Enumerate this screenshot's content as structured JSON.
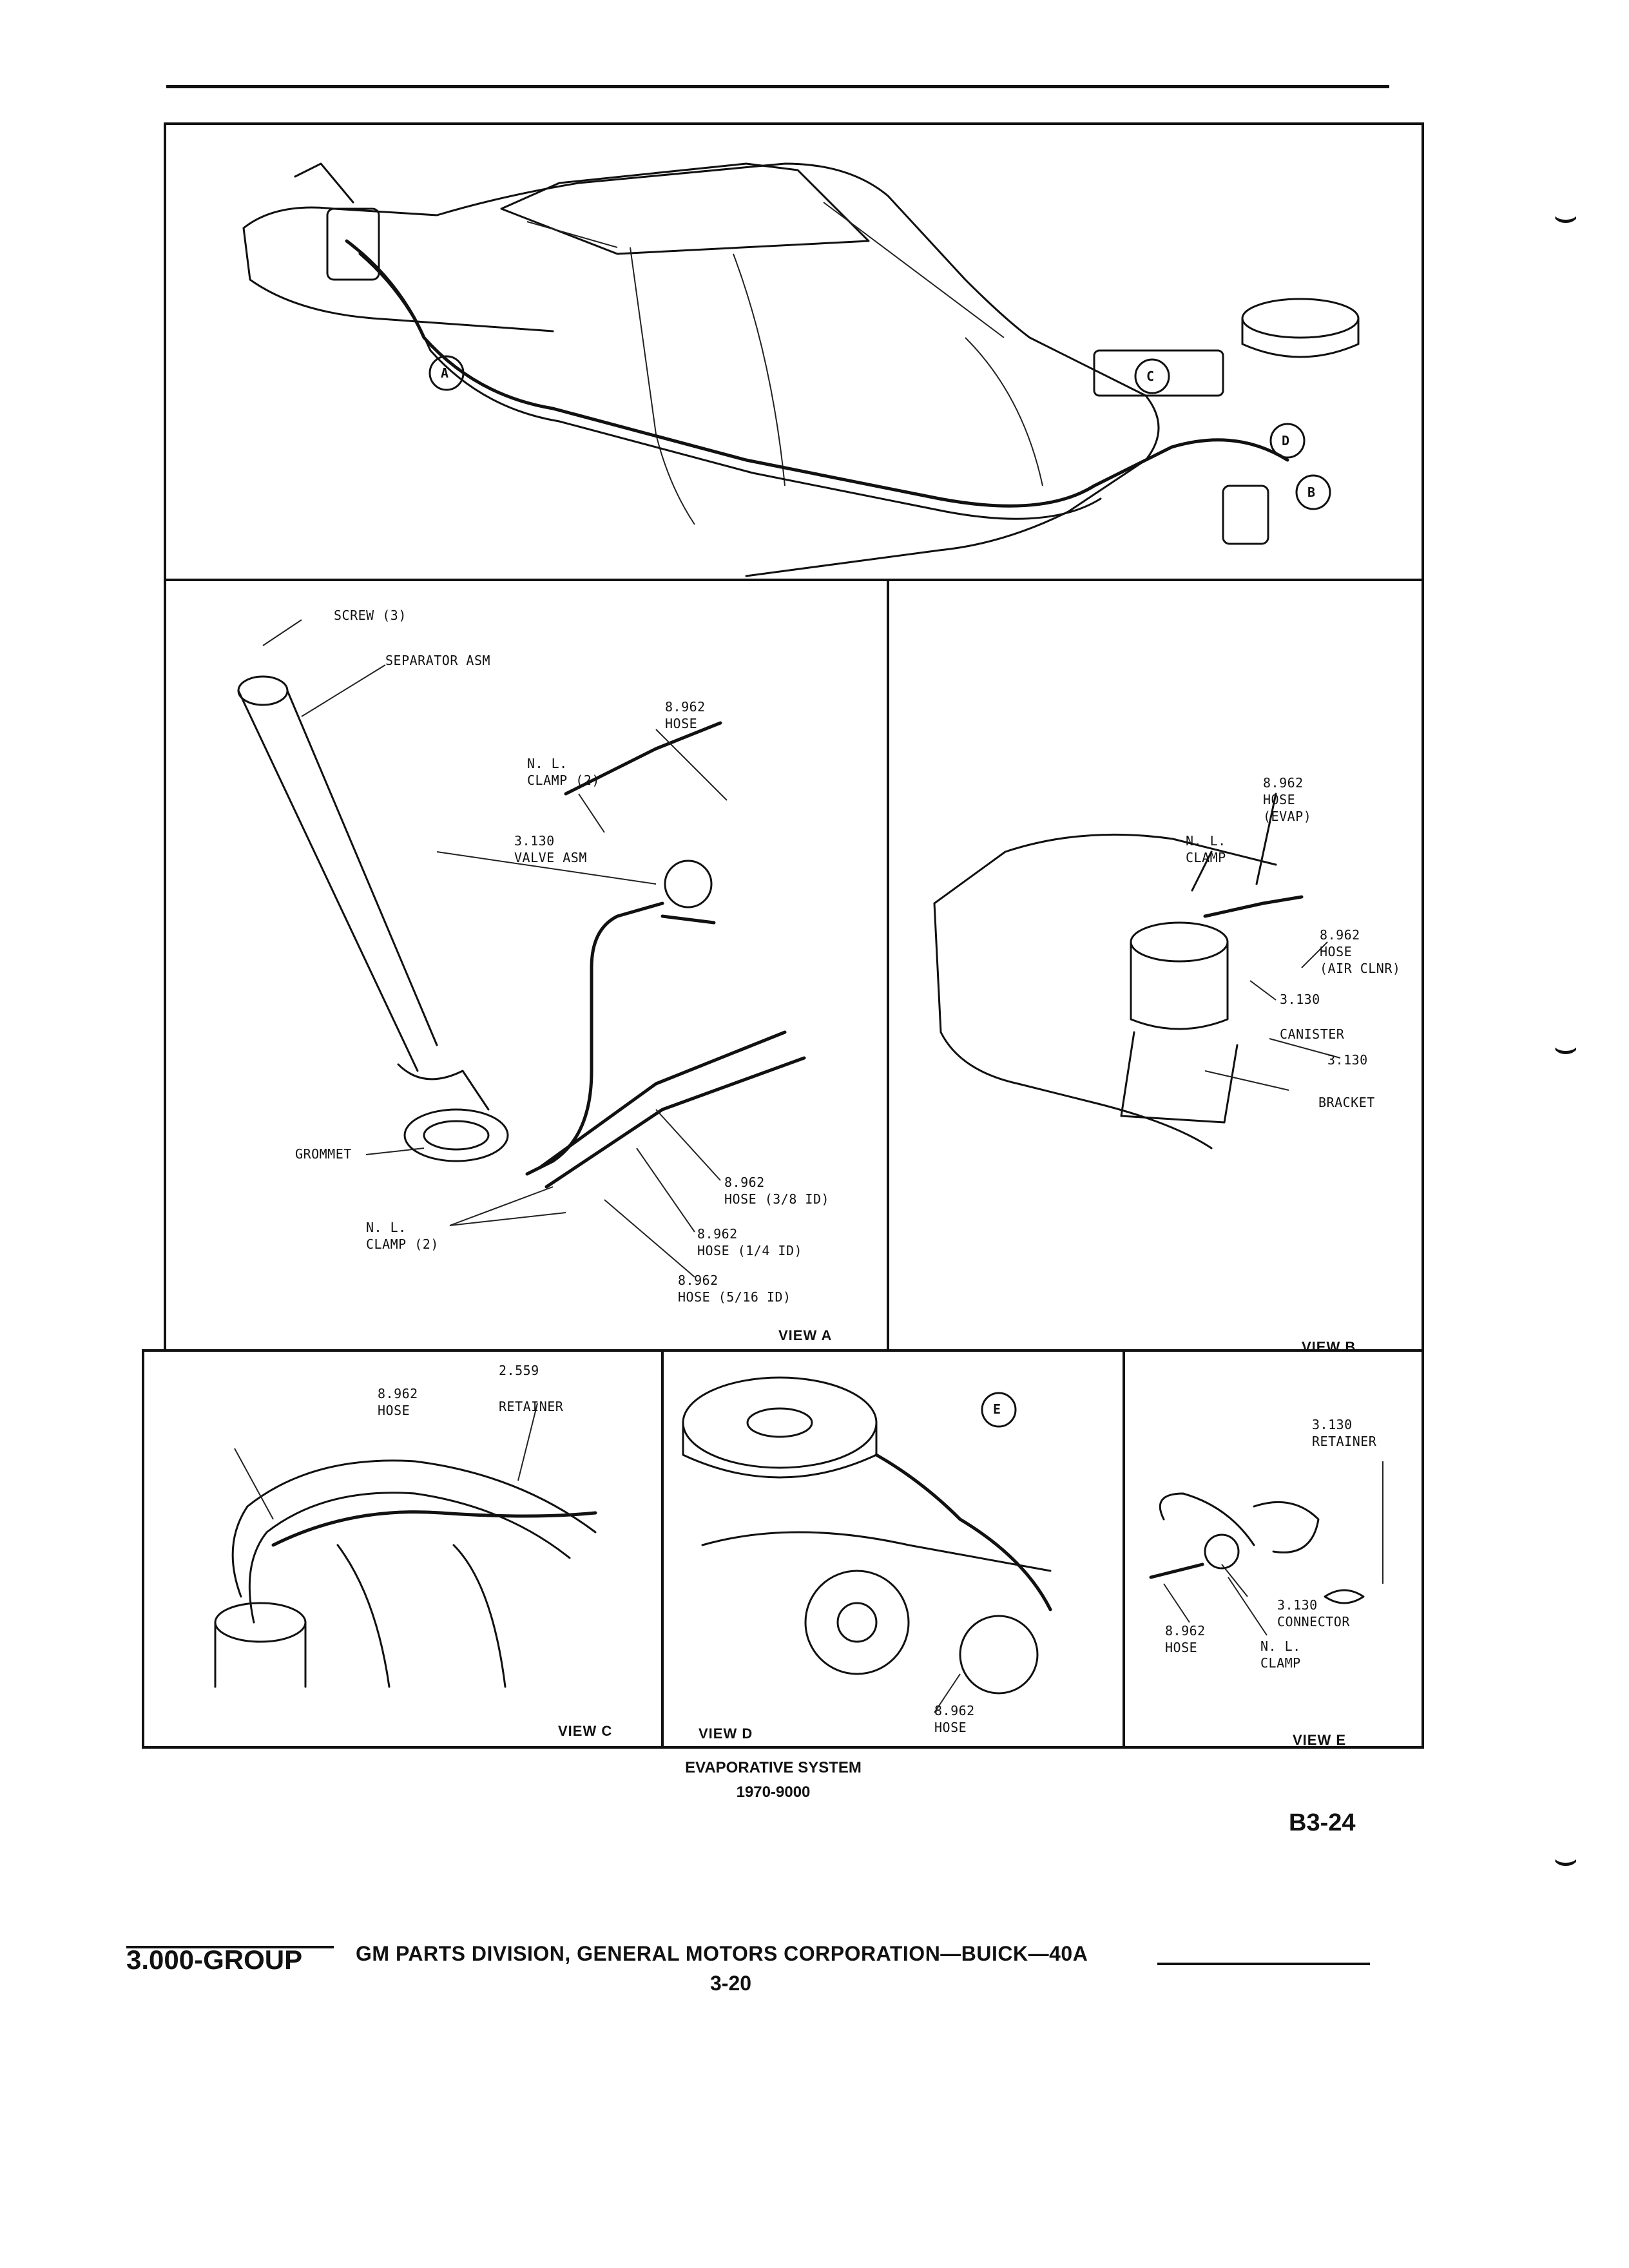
{
  "callouts": {
    "screw": "SCREW (3)",
    "separator": "SEPARATOR ASM",
    "hose_a_num": "8.962",
    "hose_a": "HOSE",
    "nl_clamp_a_1": "N. L.",
    "nl_clamp_a_2": "CLAMP (2)",
    "valve_num": "3.130",
    "valve": "VALVE ASM",
    "grommet": "GROMMET",
    "hose_38_num": "8.962",
    "hose_38": "HOSE (3/8 ID)",
    "hose_14_num": "8.962",
    "hose_14": "HOSE (1/4 ID)",
    "hose_516_num": "8.962",
    "hose_516": "HOSE (5/16 ID)",
    "nl_clamp_a2_1": "N. L.",
    "nl_clamp_a2_2": "CLAMP (2)",
    "b_hose_evap_num": "8.962",
    "b_hose_evap_1": "HOSE",
    "b_hose_evap_2": "(EVAP)",
    "b_nl_1": "N. L.",
    "b_nl_2": "CLAMP",
    "b_hose_air_num": "8.962",
    "b_hose_air_1": "HOSE",
    "b_hose_air_2": "(AIR CLNR)",
    "b_canister_num": "3.130",
    "b_canister": "CANISTER",
    "b_bracket_num": "3.130",
    "b_bracket": "BRACKET",
    "c_retainer_num": "2.559",
    "c_hose_num": "8.962",
    "c_hose": "HOSE",
    "c_retainer": "RETAINER",
    "d_hose_num": "8.962",
    "d_hose": "HOSE",
    "e_retainer_num": "3.130",
    "e_retainer": "RETAINER",
    "e_connector_num": "3.130",
    "e_connector": "CONNECTOR",
    "e_hose_num": "8.962",
    "e_hose": "HOSE",
    "e_nl_1": "N. L.",
    "e_nl_2": "CLAMP"
  },
  "view_markers": {
    "a": "A",
    "b": "B",
    "c": "C",
    "d": "D",
    "e": "E"
  },
  "views": {
    "a": "VIEW A",
    "b": "VIEW B",
    "c": "VIEW C",
    "d": "VIEW D",
    "e": "VIEW E"
  },
  "caption": {
    "line1": "EVAPORATIVE SYSTEM",
    "line2": "1970-9000"
  },
  "page_id": "B3-24",
  "footer": {
    "group": "3.000-GROUP",
    "division": "GM PARTS DIVISION, GENERAL MOTORS CORPORATION—BUICK—40A",
    "page": "3-20"
  }
}
